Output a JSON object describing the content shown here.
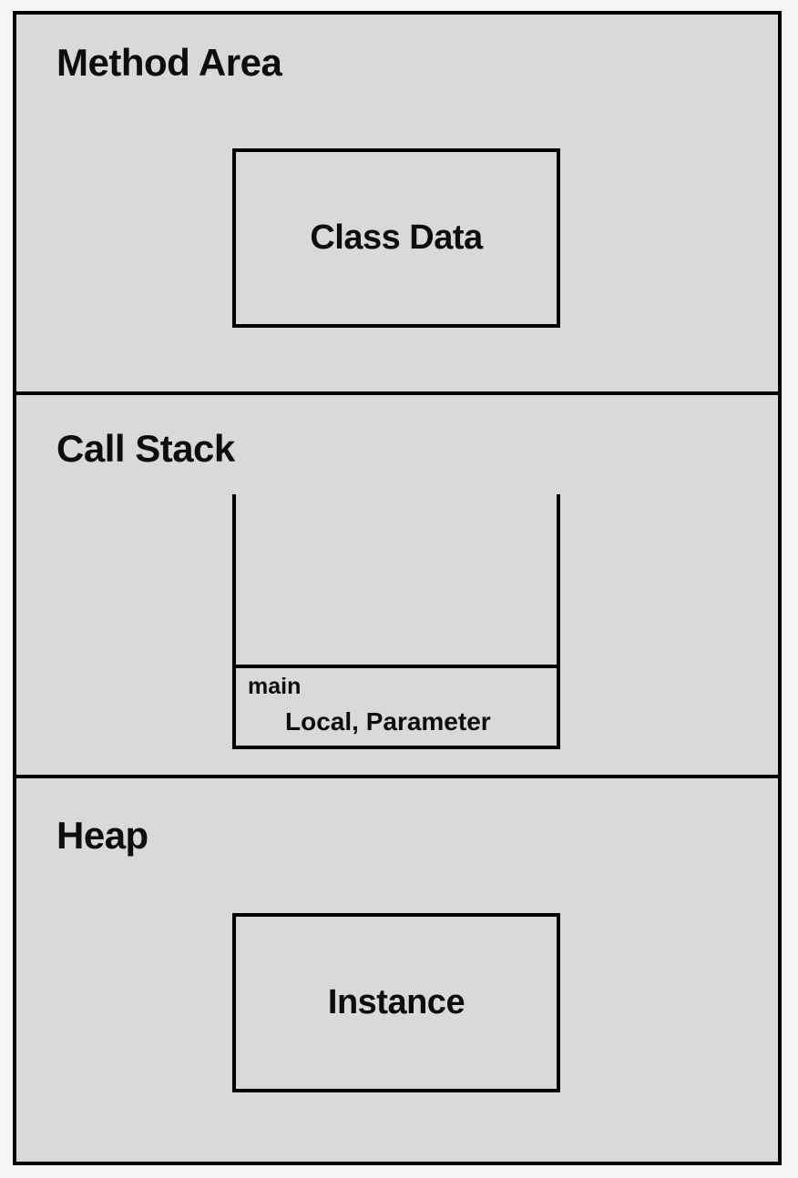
{
  "colors": {
    "background": "#f5f5f5",
    "section_fill": "#d9d9d9",
    "border": "#000000",
    "text": "#0d0d0d"
  },
  "method_area": {
    "title": "Method Area",
    "box_label": "Class Data"
  },
  "call_stack": {
    "title": "Call Stack",
    "frame_name": "main",
    "frame_contents": "Local, Parameter"
  },
  "heap": {
    "title": "Heap",
    "box_label": "Instance"
  }
}
